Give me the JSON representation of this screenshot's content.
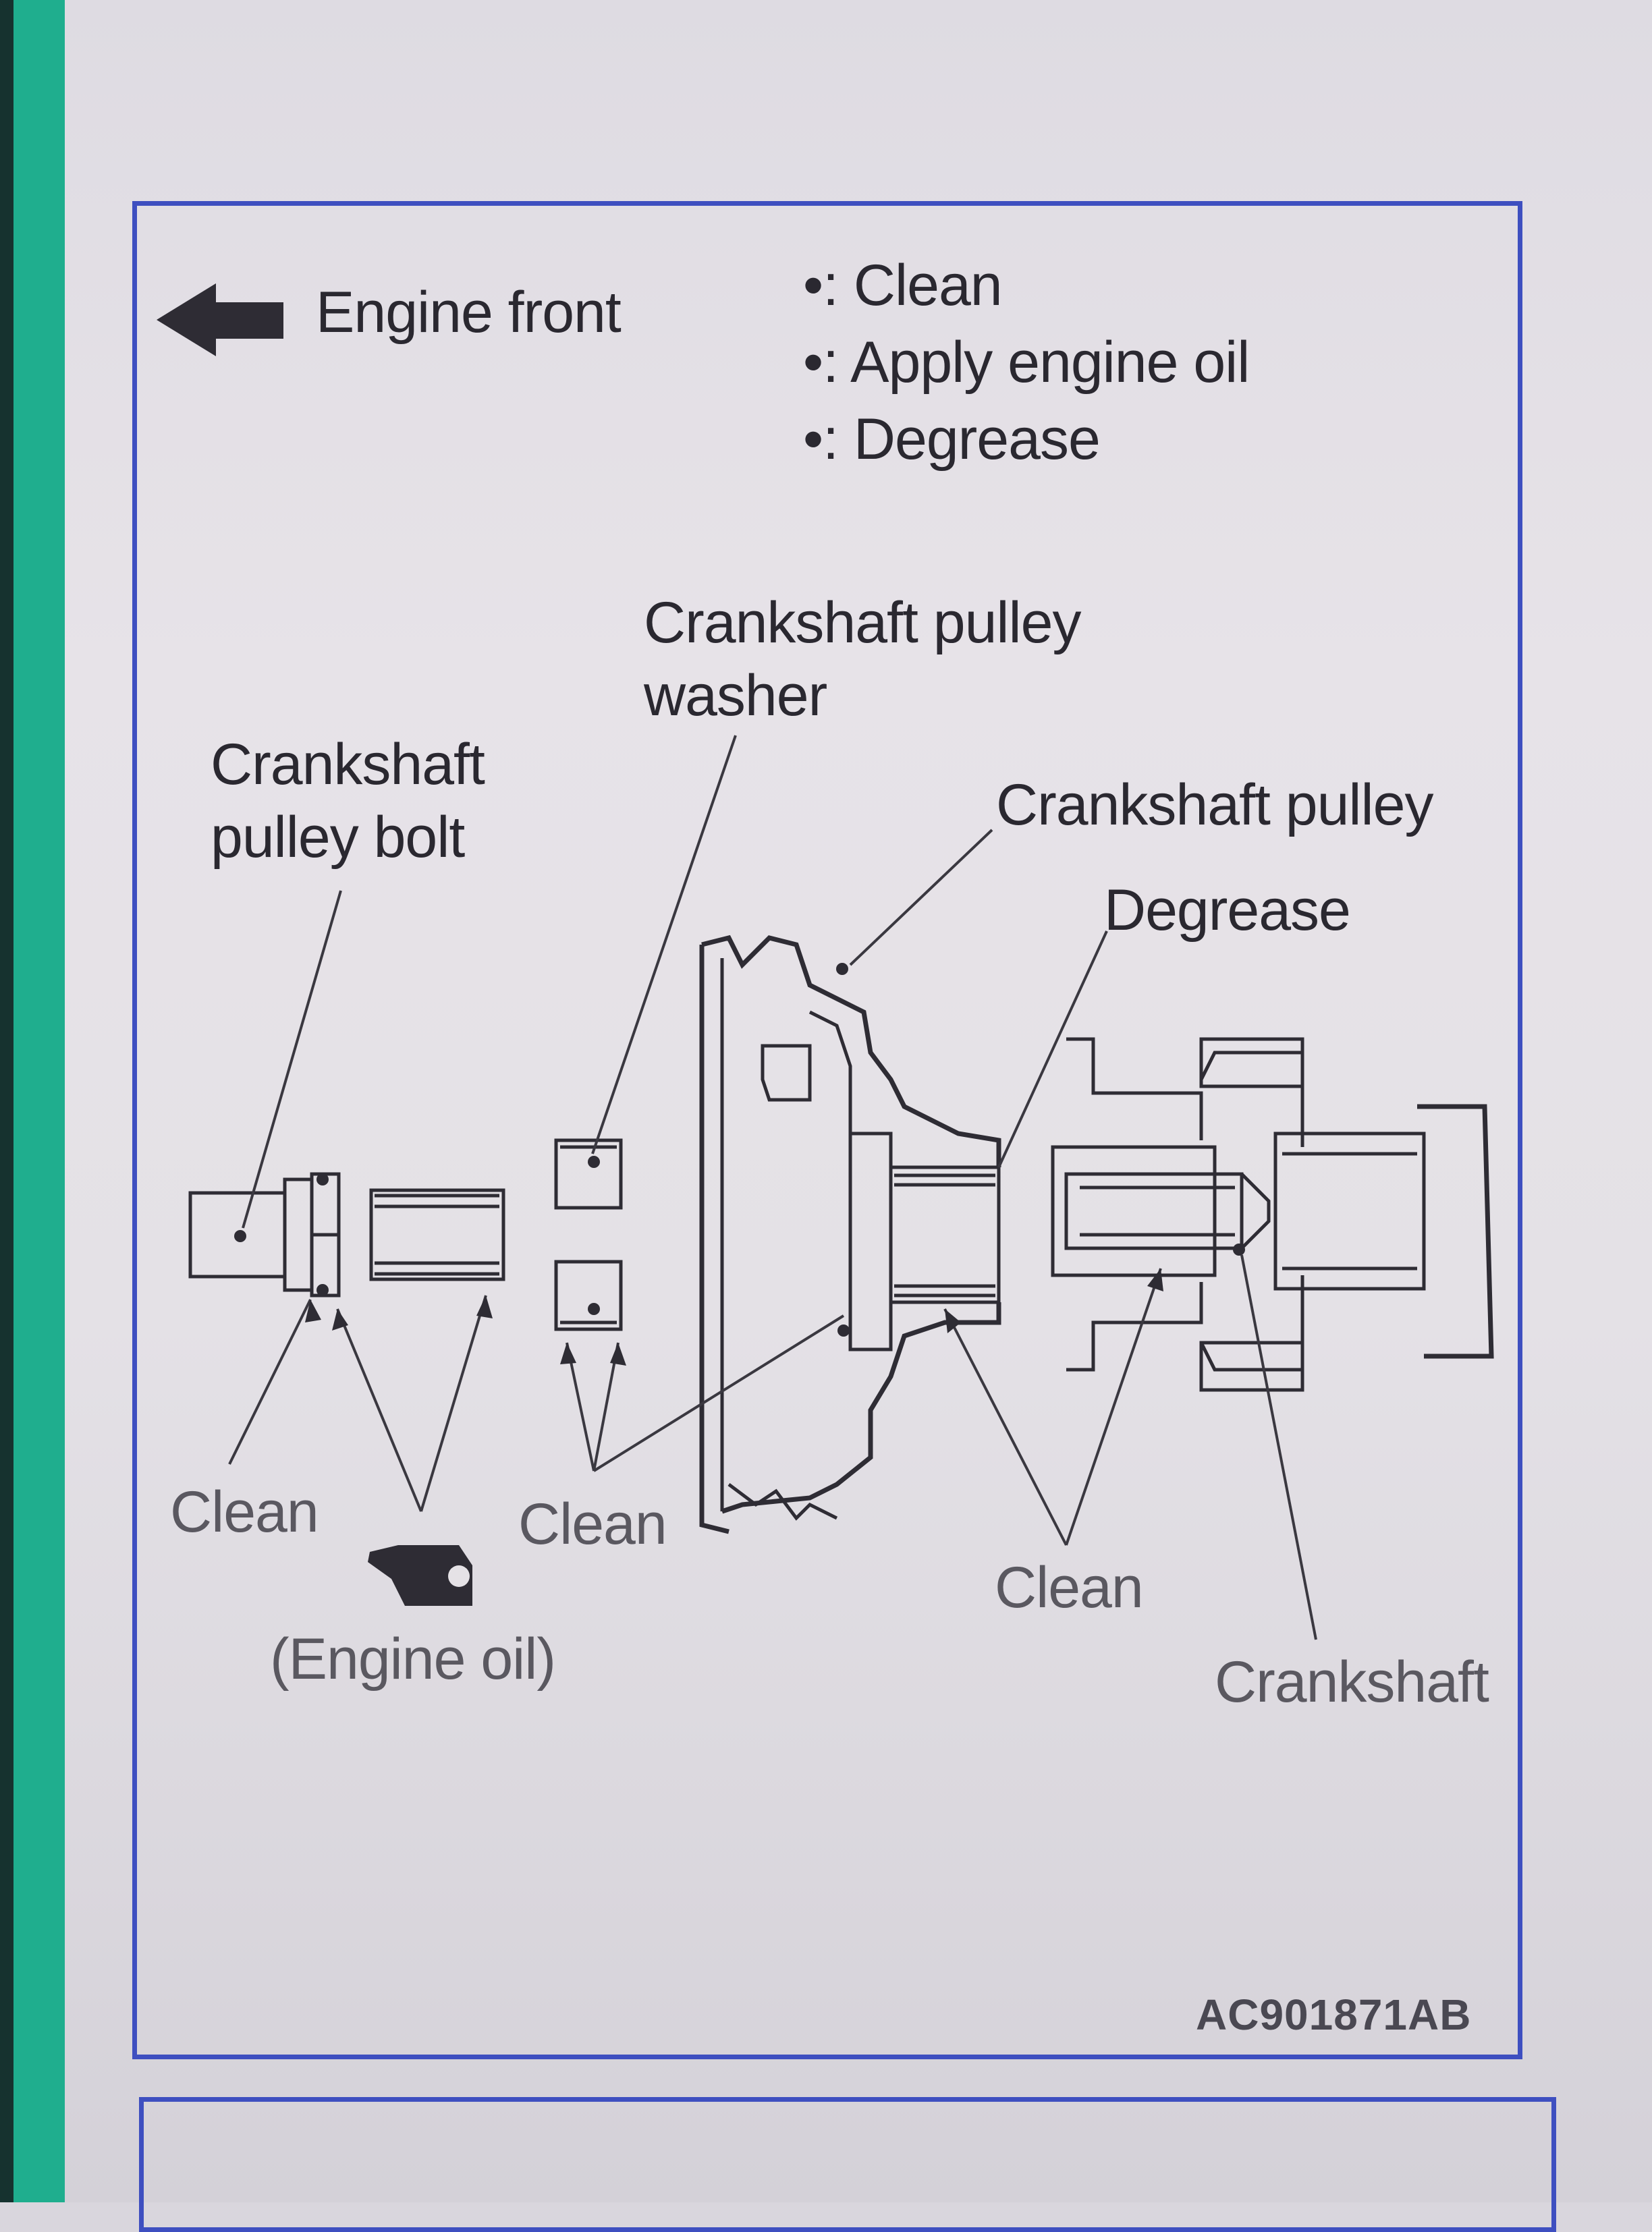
{
  "legend": {
    "direction_label": "Engine front",
    "items": [
      {
        "symbol": "•",
        "label": ": Clean"
      },
      {
        "symbol": "•",
        "label": ": Apply engine oil"
      },
      {
        "symbol": "•",
        "label": ": Degrease"
      }
    ]
  },
  "parts": {
    "bolt": "Crankshaft\npulley bolt",
    "washer": "Crankshaft pulley\nwasher",
    "pulley": "Crankshaft pulley",
    "crankshaft": "Crankshaft"
  },
  "callouts": {
    "degrease": "Degrease",
    "clean_bolt": "Clean",
    "clean_washer": "Clean",
    "clean_crank": "Clean",
    "engine_oil": "(Engine oil)"
  },
  "figure_code": "AC901871AB"
}
